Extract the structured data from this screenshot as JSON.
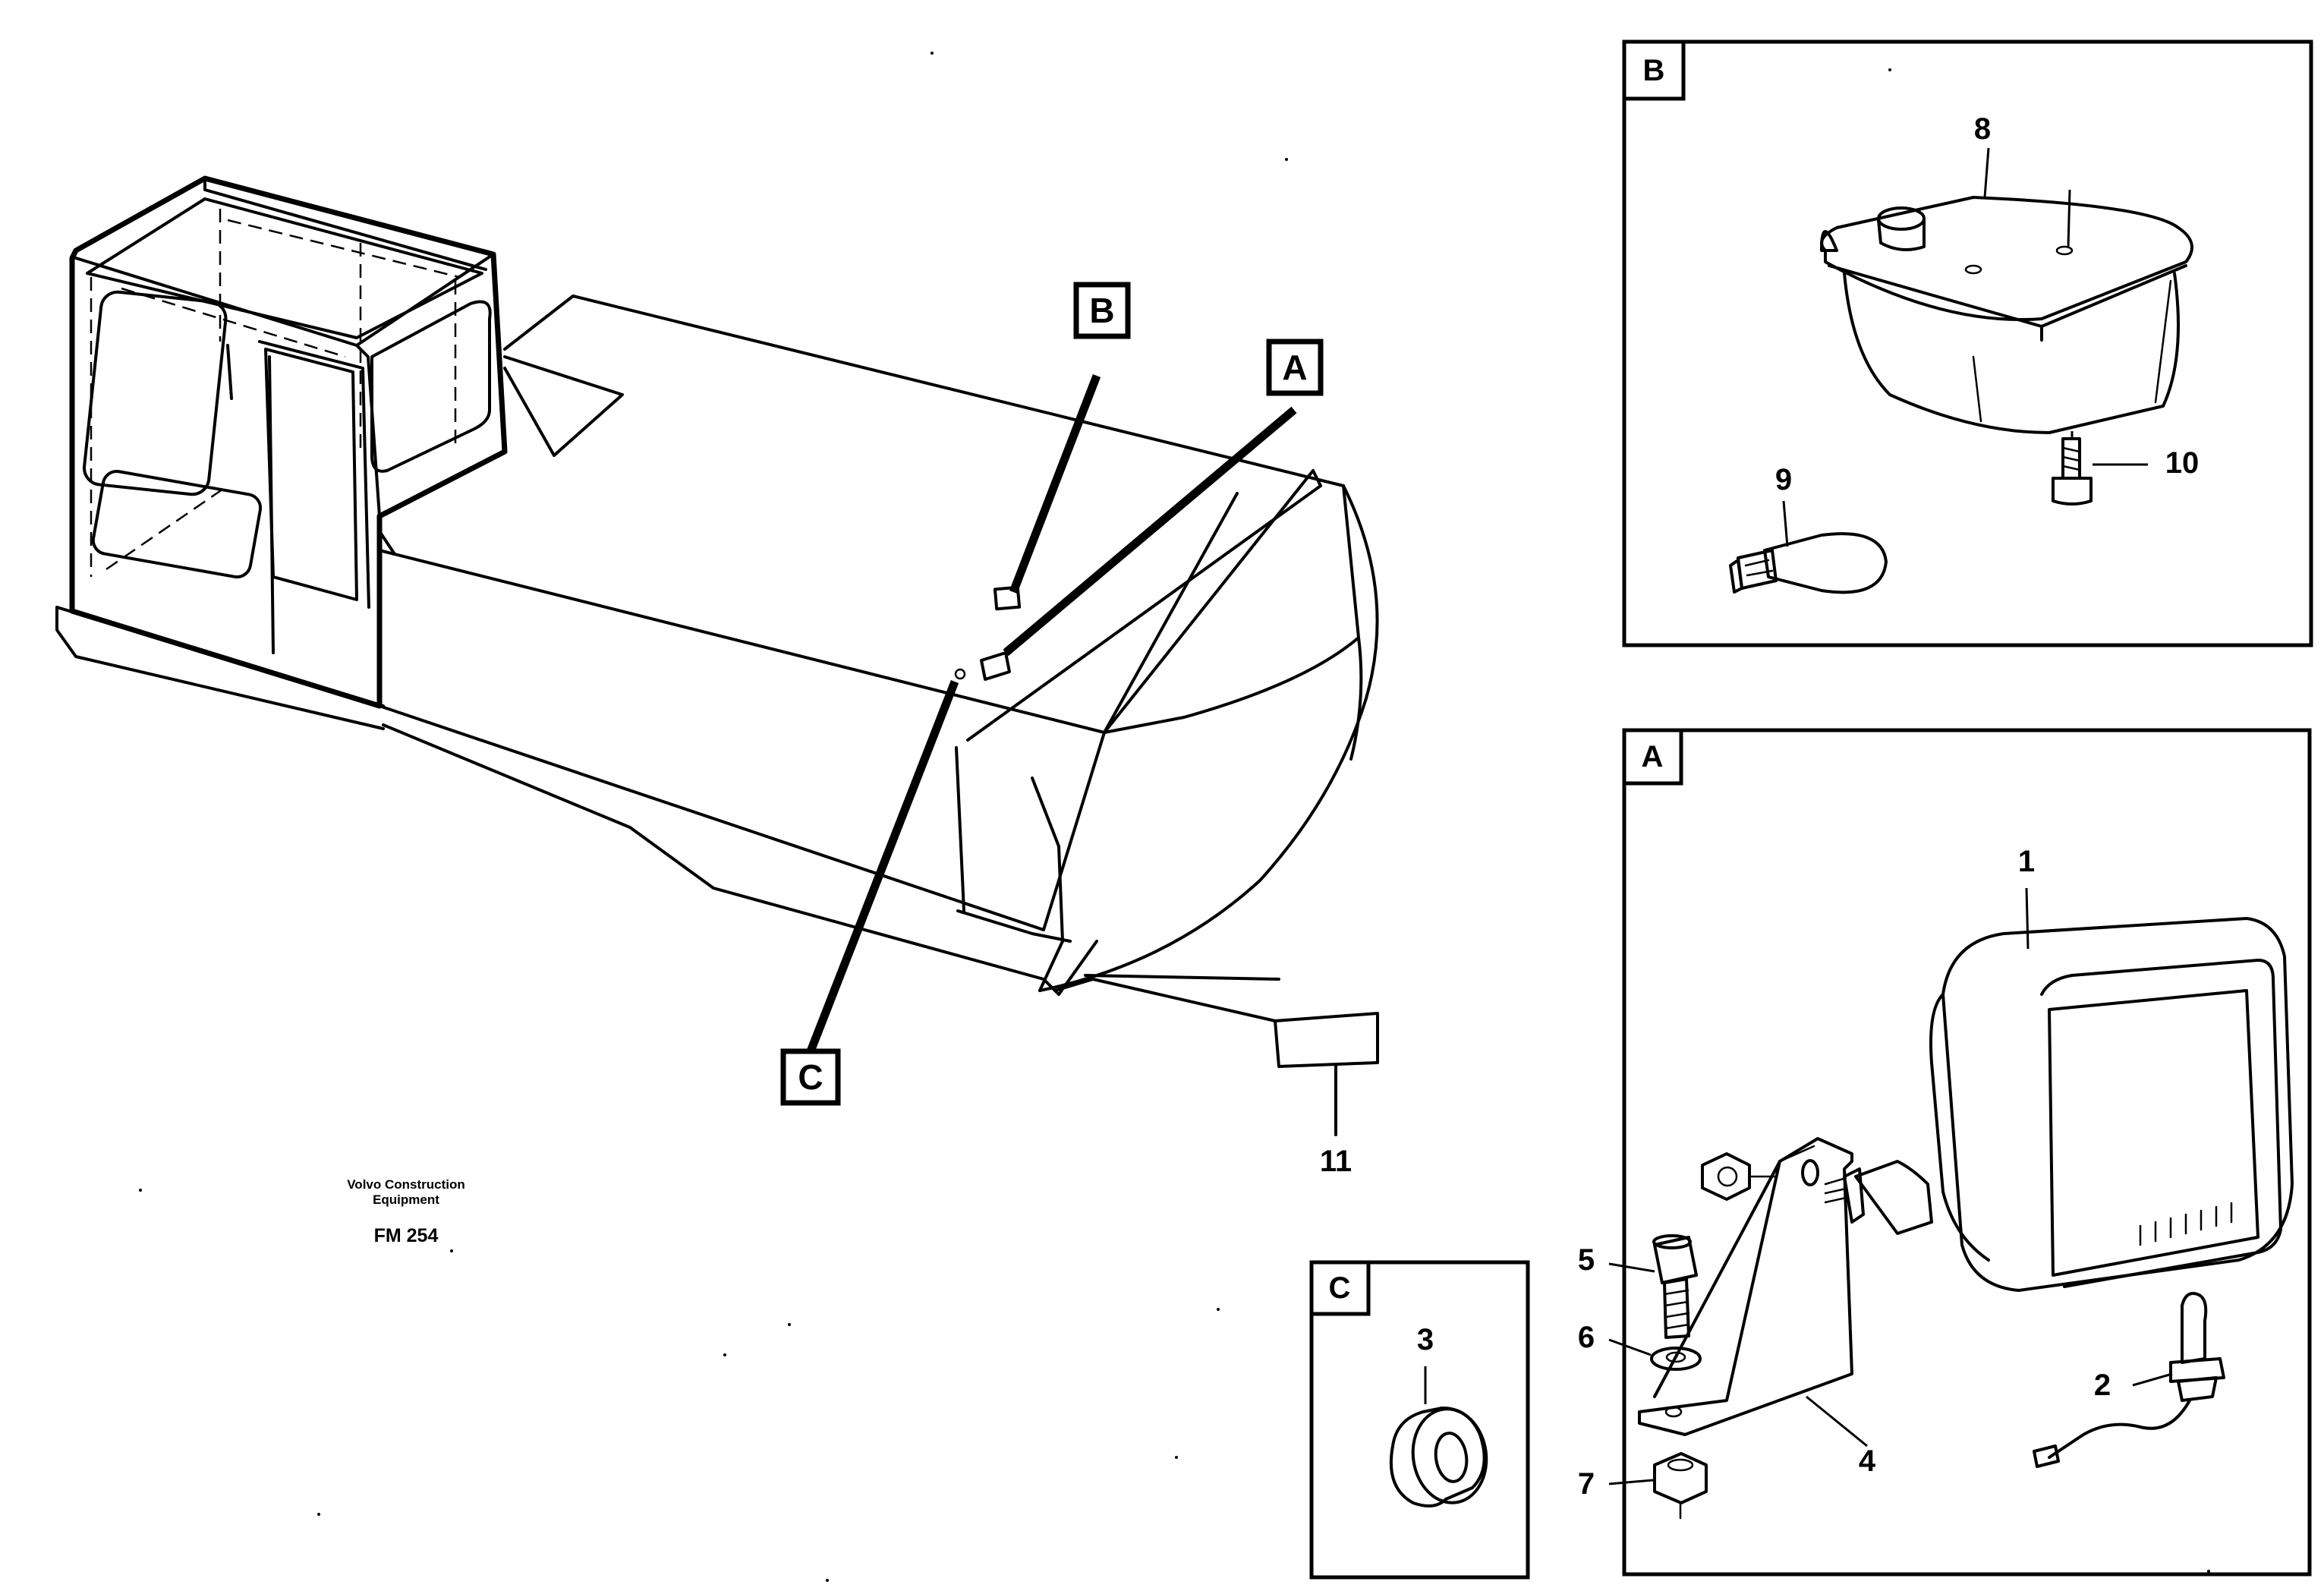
{
  "callouts": {
    "a": "A",
    "b": "B",
    "c": "C"
  },
  "panels": {
    "a": {
      "tag": "A"
    },
    "b": {
      "tag": "B"
    },
    "c": {
      "tag": "C"
    }
  },
  "part_numbers": {
    "p1": "1",
    "p2": "2",
    "p3": "3",
    "p4": "4",
    "p5": "5",
    "p6": "6",
    "p7": "7",
    "p8": "8",
    "p9": "9",
    "p10": "10",
    "p11": "11"
  },
  "manufacturer": {
    "line1": "Volvo Construction",
    "line2": "Equipment"
  },
  "figure_code": "FM 254"
}
